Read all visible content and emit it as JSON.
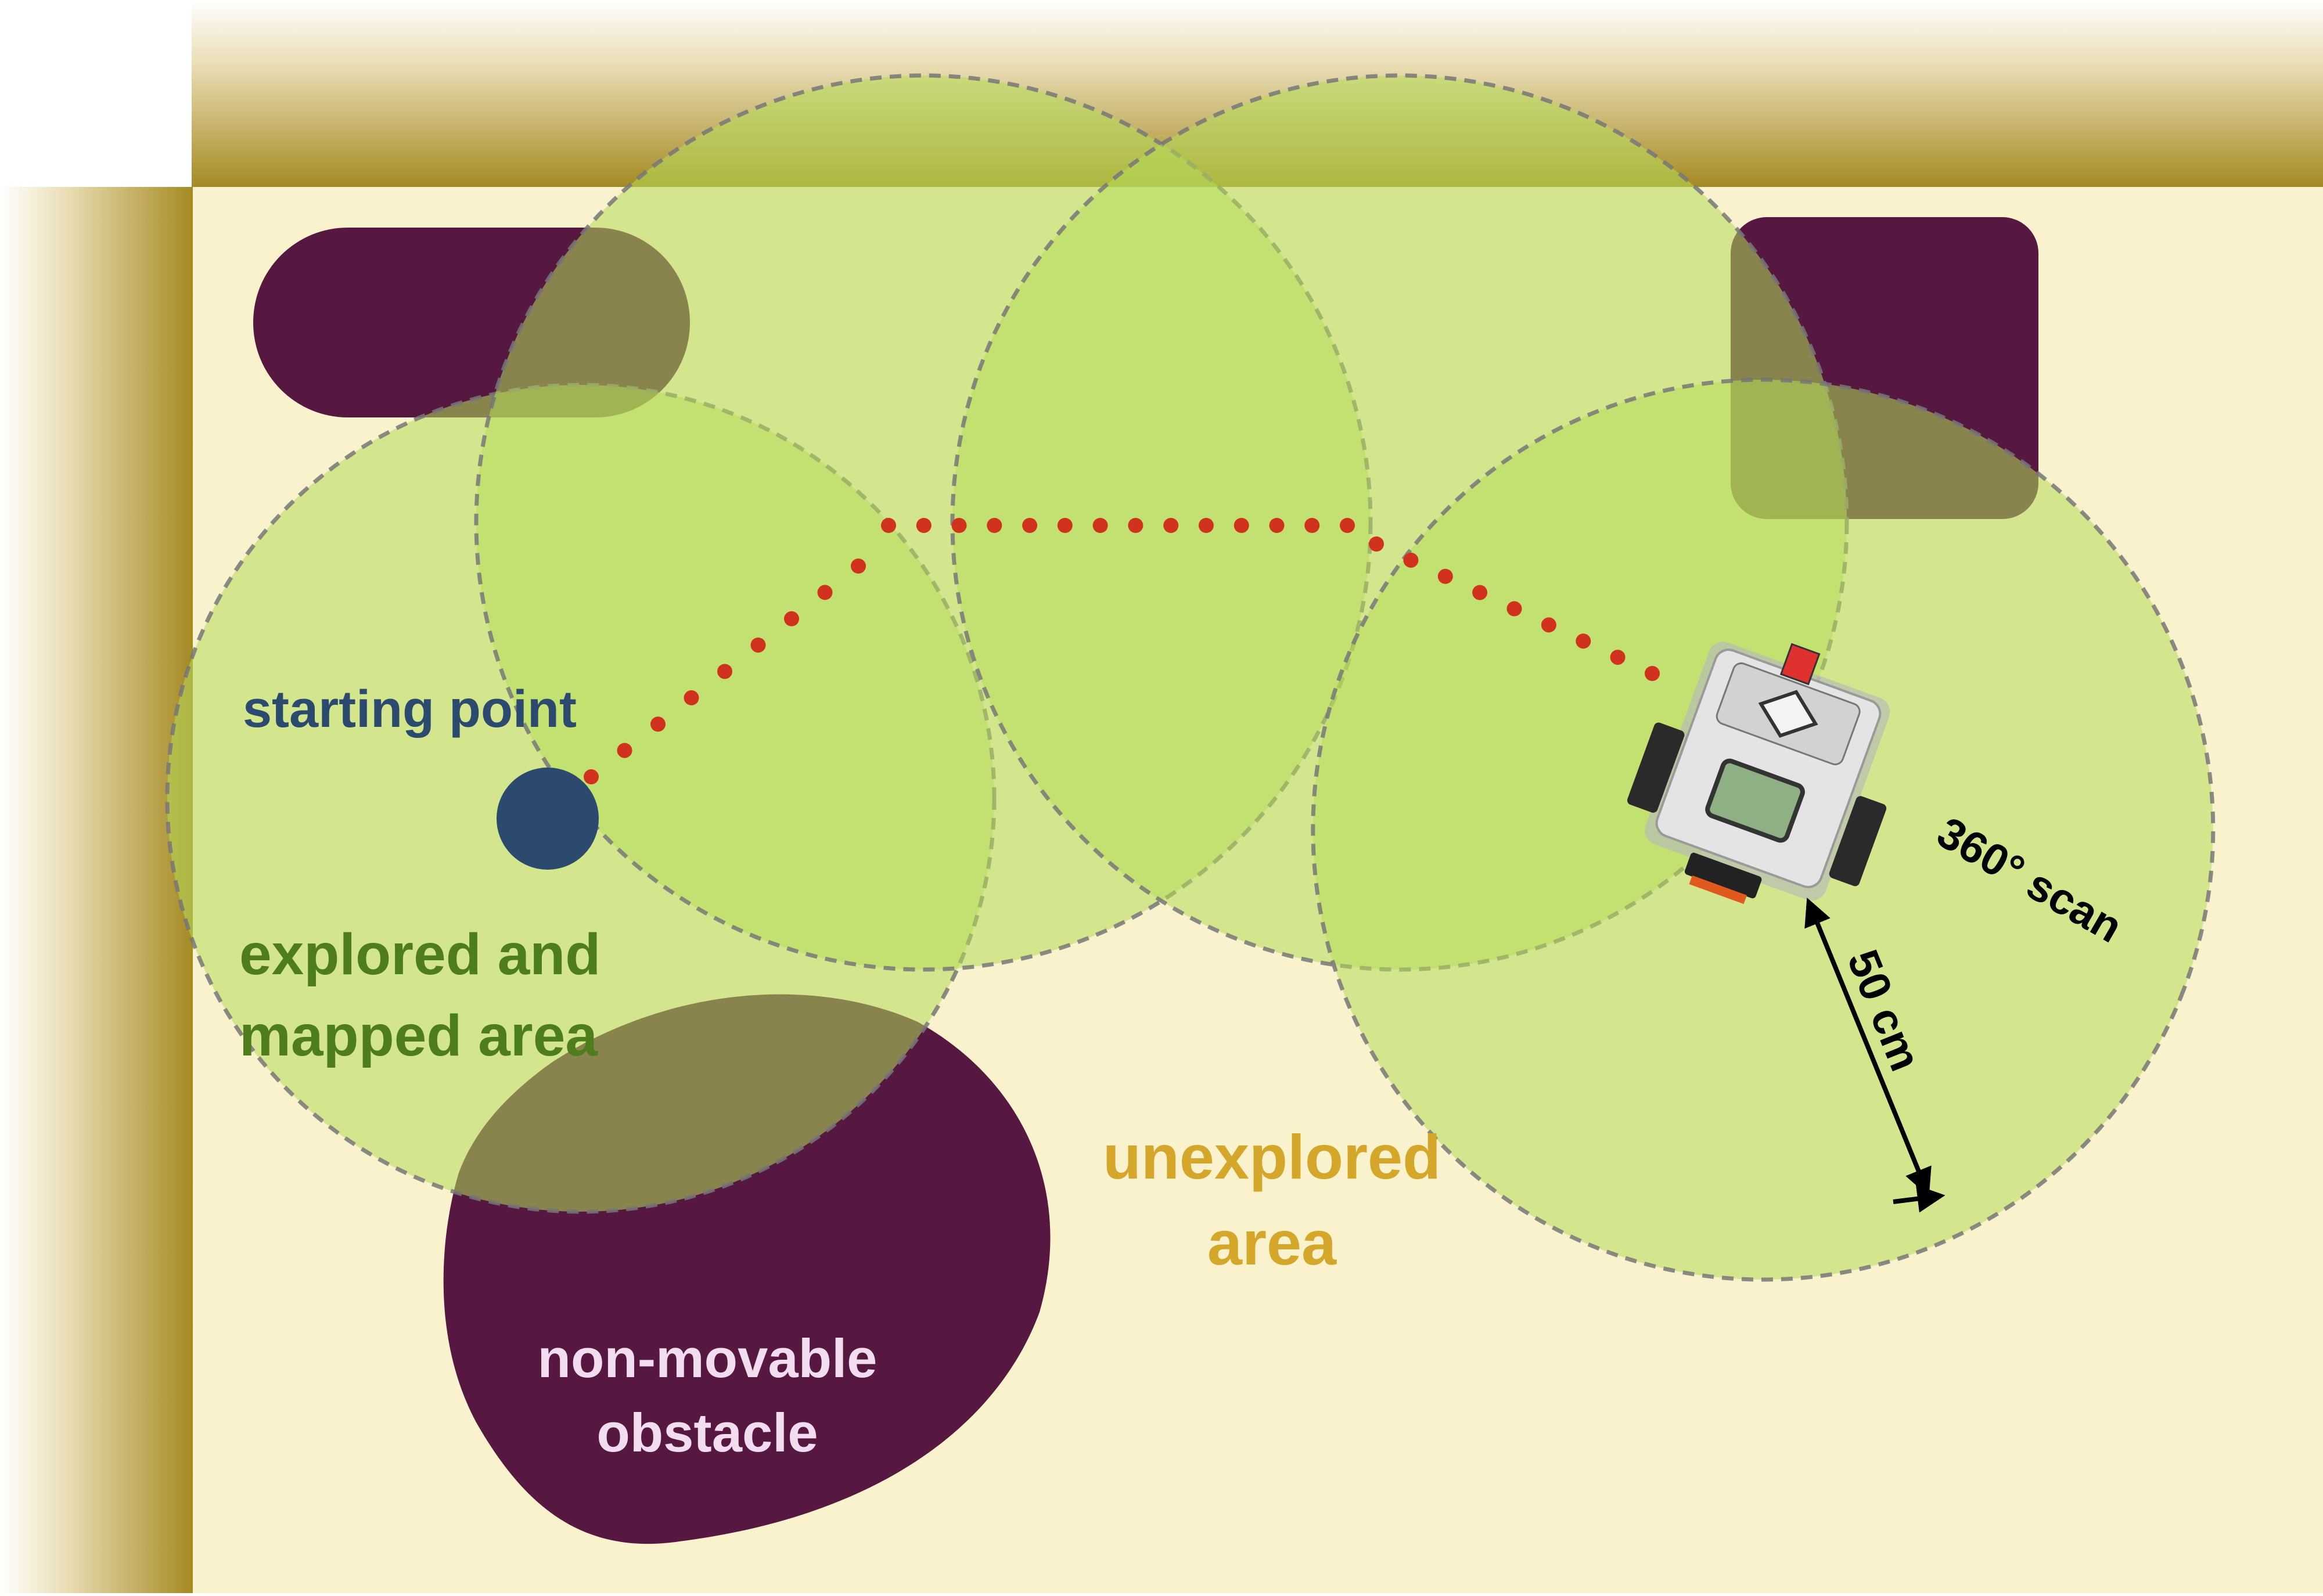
{
  "labels": {
    "starting_point": "starting point",
    "explored_line1": "explored and",
    "explored_line2": "mapped area",
    "unexplored_line1": "unexplored",
    "unexplored_line2": "area",
    "obstacle_line1": "non-movable",
    "obstacle_line2": "obstacle",
    "scan": "360° scan",
    "distance": "50 cm"
  },
  "colors": {
    "floor": "#faf1cd",
    "wall": "#a58a23",
    "scan_area": "#b4dc5a",
    "obstacle": "#561840",
    "path_dot": "#d0321e",
    "start_point": "#2c4a6e",
    "explored_text": "#4e7d1c",
    "unexplored_text": "#d4a62a",
    "obstacle_text": "#f2dcf0"
  },
  "icons": {
    "robot": "robot-icon"
  }
}
